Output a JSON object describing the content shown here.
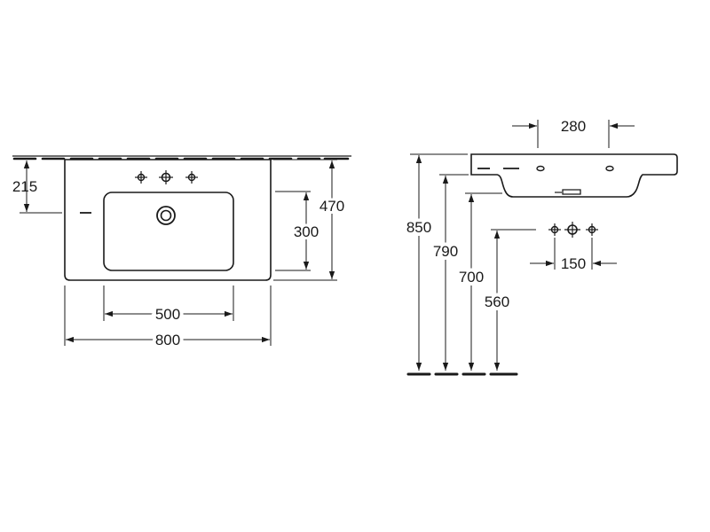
{
  "top_view": {
    "dimensions": {
      "overall_width": "800",
      "bowl_width": "500",
      "overall_depth": "470",
      "bowl_depth": "300",
      "tap_hole_offset": "215"
    }
  },
  "side_view": {
    "dimensions": {
      "overflow_spacing": "280",
      "rim_height": "850",
      "top_height": "790",
      "waste_height": "700",
      "supply_height": "560",
      "supply_spacing": "150"
    }
  }
}
